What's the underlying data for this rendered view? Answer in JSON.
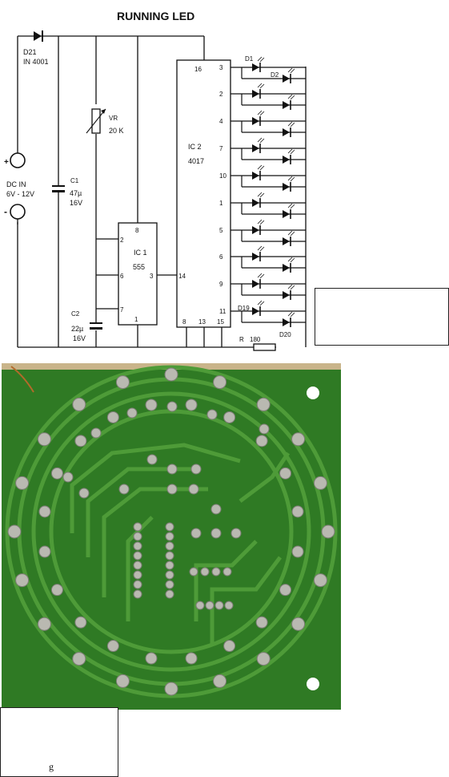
{
  "title": "RUNNING LED",
  "components": {
    "d21": {
      "ref": "D21",
      "part": "IN 4001"
    },
    "dcin": {
      "plus": "+",
      "minus": "-",
      "label": "DC IN",
      "range": "6V - 12V"
    },
    "c1": {
      "ref": "C1",
      "value": "47µ",
      "volt": "16V"
    },
    "vr": {
      "ref": "VR",
      "value": "20 K"
    },
    "ic1": {
      "ref": "IC 1",
      "part": "555",
      "pins": {
        "p8": "8",
        "p2": "2",
        "p6": "6",
        "p3": "3",
        "p7": "7",
        "p1": "1"
      }
    },
    "c2": {
      "ref": "C2",
      "value": "22µ",
      "volt": "16V"
    },
    "ic2": {
      "ref": "IC 2",
      "part": "4017",
      "pins": {
        "p16": "16",
        "p14": "14",
        "p8": "8",
        "p13": "13",
        "p15": "15"
      }
    },
    "outputs": [
      "3",
      "2",
      "4",
      "7",
      "10",
      "1",
      "5",
      "6",
      "9",
      "11"
    ],
    "leds": {
      "d1": "D1",
      "d2": "D2",
      "d19": "D19",
      "d20": "D20"
    },
    "resistor": {
      "ref": "R",
      "value": "180"
    }
  },
  "caption_letter": "g",
  "colors": {
    "pcb": "#2f7a24",
    "pcb_trace": "#4e9b38",
    "pad": "#b9b9b1",
    "ink": "#111111"
  }
}
